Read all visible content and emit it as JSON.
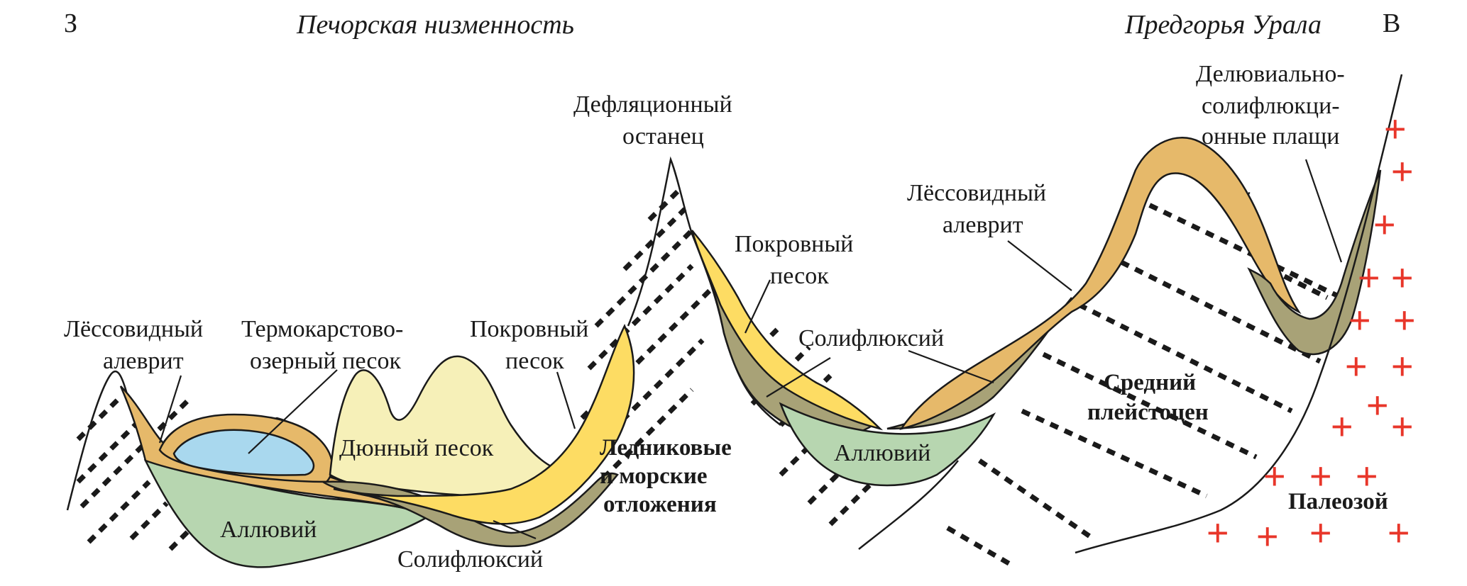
{
  "header": {
    "west": "З",
    "east": "В",
    "left_region": "Печорская низменность",
    "right_region": "Предгорья Урала"
  },
  "labels": {
    "loess_left_1": "Лёссовидный",
    "loess_left_2": "алеврит",
    "thermokarst_1": "Термокарстово-",
    "thermokarst_2": "озерный песок",
    "cover_sand_left_1": "Покровный",
    "cover_sand_left_2": "песок",
    "deflation_1": "Дефляционный",
    "deflation_2": "останец",
    "cover_sand_mid_1": "Покровный",
    "cover_sand_mid_2": "песок",
    "loess_right_1": "Лёссовидный",
    "loess_right_2": "алеврит",
    "deluvial_1": "Делювиально-",
    "deluvial_2": "солифлюкци-",
    "deluvial_3": "онные плащи",
    "dune_sand": "Дюнный песок",
    "alluvium_left": "Аллювий",
    "solifluction_left": "Солифлюксий",
    "solifluction_mid": "Солифлюксий",
    "alluvium_mid": "Аллювий",
    "glacial_1": "Ледниковые",
    "glacial_2": "и морские",
    "glacial_3": "отложения",
    "middle_pleistocene_1": "Средний",
    "middle_pleistocene_2": "плейстоцен",
    "paleozoic": "Палеозой"
  },
  "colors": {
    "loess": "#e6b96a",
    "cover_sand": "#fddc63",
    "dune_sand": "#f6f0b8",
    "lake_sand": "#a9d8ee",
    "alluvium": "#b7d6b0",
    "solifluction": "#a8a277",
    "paleozoic_plus": "#e8362a"
  }
}
